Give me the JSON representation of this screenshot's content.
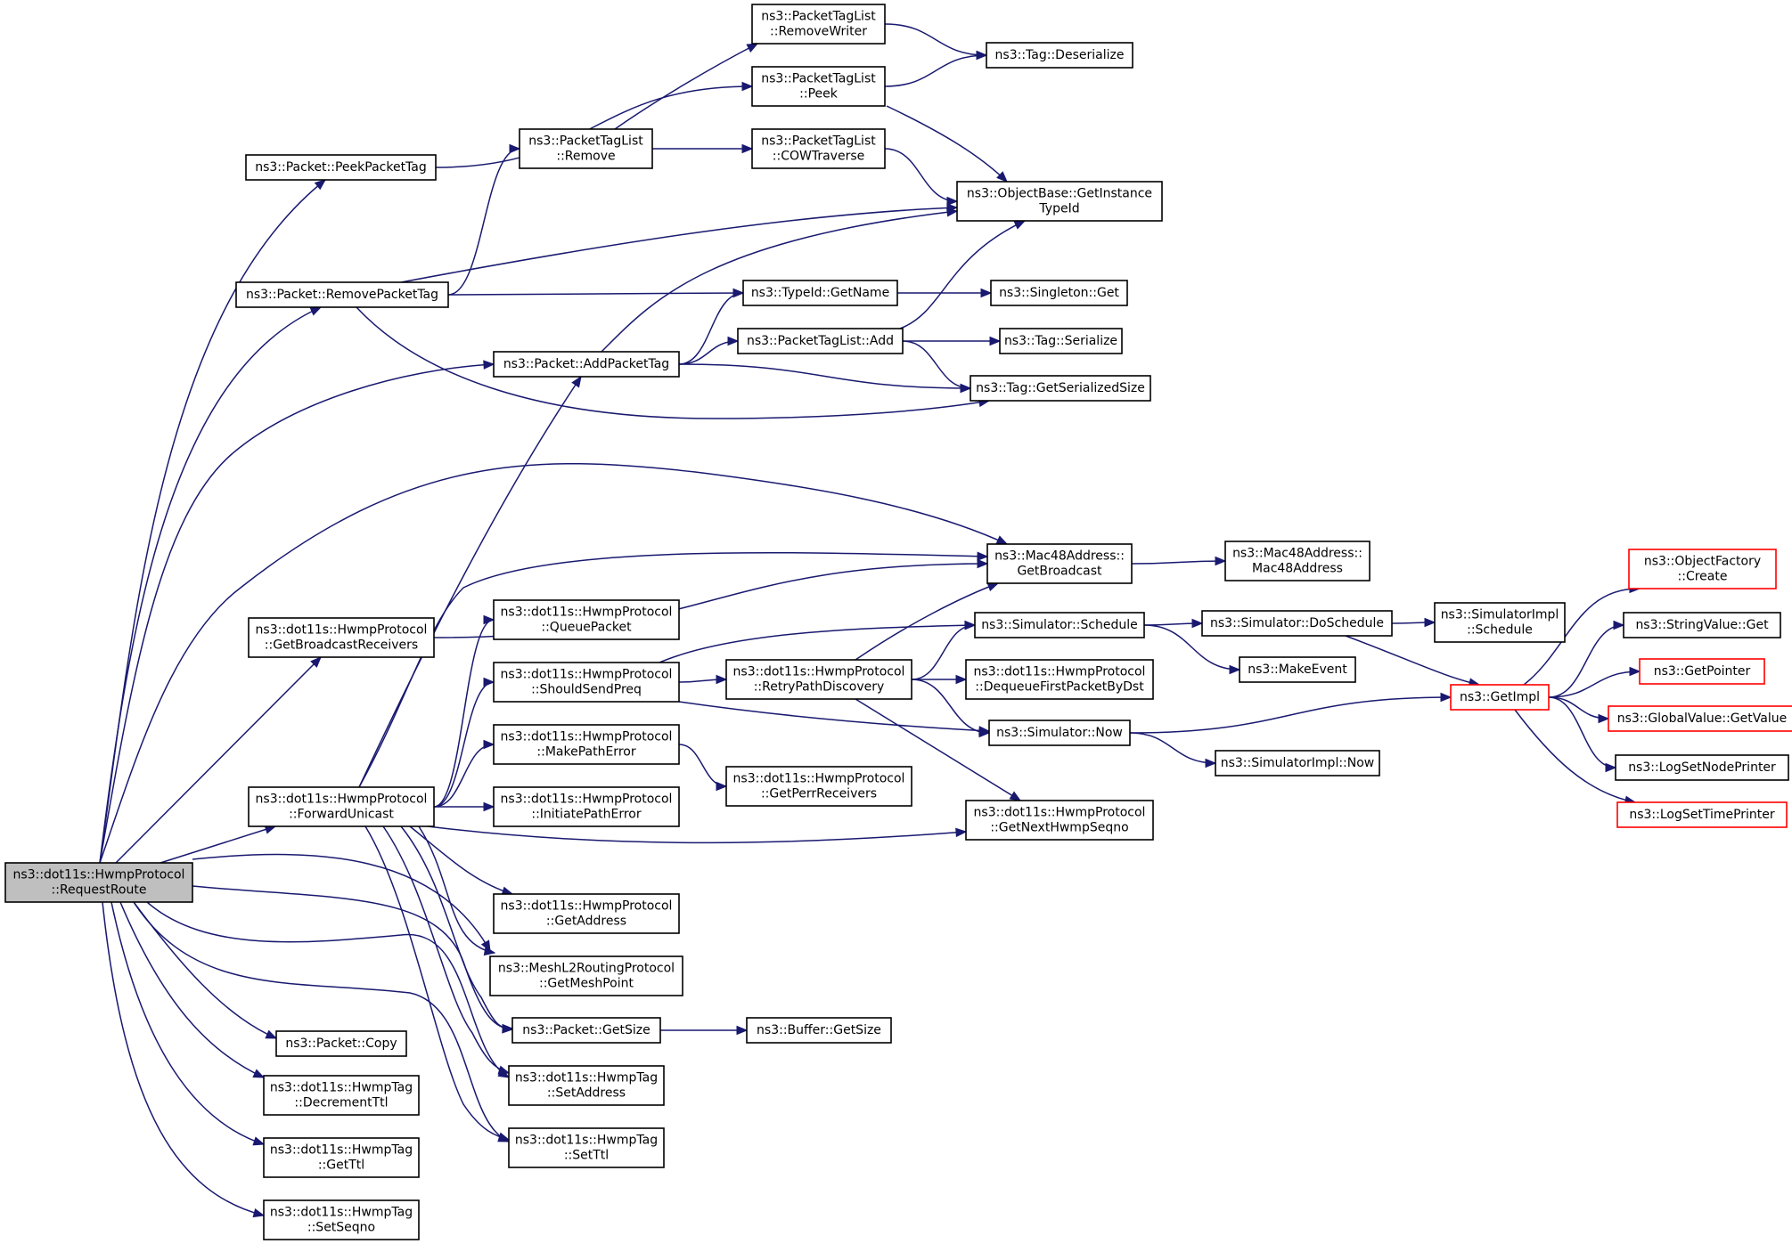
{
  "nodes": [
    {
      "id": "RequestRoute",
      "lines": [
        "ns3::dot11s::HwmpProtocol",
        "::RequestRoute"
      ],
      "style": "root"
    },
    {
      "id": "PeekPacketTag",
      "lines": [
        "ns3::Packet::PeekPacketTag"
      ]
    },
    {
      "id": "RemovePacketTag",
      "lines": [
        "ns3::Packet::RemovePacketTag"
      ]
    },
    {
      "id": "AddPacketTag",
      "lines": [
        "ns3::Packet::AddPacketTag"
      ]
    },
    {
      "id": "PTL_Remove",
      "lines": [
        "ns3::PacketTagList",
        "::Remove"
      ]
    },
    {
      "id": "PTL_RemoveWriter",
      "lines": [
        "ns3::PacketTagList",
        "::RemoveWriter"
      ]
    },
    {
      "id": "PTL_Peek",
      "lines": [
        "ns3::PacketTagList",
        "::Peek"
      ]
    },
    {
      "id": "PTL_COWTraverse",
      "lines": [
        "ns3::PacketTagList",
        "::COWTraverse"
      ]
    },
    {
      "id": "Tag_Deserialize",
      "lines": [
        "ns3::Tag::Deserialize"
      ]
    },
    {
      "id": "GetInstanceTypeId",
      "lines": [
        "ns3::ObjectBase::GetInstance",
        "TypeId"
      ]
    },
    {
      "id": "TypeId_GetName",
      "lines": [
        "ns3::TypeId::GetName"
      ]
    },
    {
      "id": "Singleton_Get",
      "lines": [
        "ns3::Singleton::Get"
      ]
    },
    {
      "id": "PTL_Add",
      "lines": [
        "ns3::PacketTagList::Add"
      ]
    },
    {
      "id": "Tag_Serialize",
      "lines": [
        "ns3::Tag::Serialize"
      ]
    },
    {
      "id": "Tag_GetSerializedSize",
      "lines": [
        "ns3::Tag::GetSerializedSize"
      ]
    },
    {
      "id": "GetBroadcastReceivers",
      "lines": [
        "ns3::dot11s::HwmpProtocol",
        "::GetBroadcastReceivers"
      ]
    },
    {
      "id": "Mac48_GetBroadcast",
      "lines": [
        "ns3::Mac48Address::",
        "GetBroadcast"
      ]
    },
    {
      "id": "Mac48_Ctor",
      "lines": [
        "ns3::Mac48Address::",
        "Mac48Address"
      ]
    },
    {
      "id": "ForwardUnicast",
      "lines": [
        "ns3::dot11s::HwmpProtocol",
        "::ForwardUnicast"
      ]
    },
    {
      "id": "QueuePacket",
      "lines": [
        "ns3::dot11s::HwmpProtocol",
        "::QueuePacket"
      ]
    },
    {
      "id": "ShouldSendPreq",
      "lines": [
        "ns3::dot11s::HwmpProtocol",
        "::ShouldSendPreq"
      ]
    },
    {
      "id": "MakePathError",
      "lines": [
        "ns3::dot11s::HwmpProtocol",
        "::MakePathError"
      ]
    },
    {
      "id": "InitiatePathError",
      "lines": [
        "ns3::dot11s::HwmpProtocol",
        "::InitiatePathError"
      ]
    },
    {
      "id": "GetAddress",
      "lines": [
        "ns3::dot11s::HwmpProtocol",
        "::GetAddress"
      ]
    },
    {
      "id": "GetMeshPoint",
      "lines": [
        "ns3::MeshL2RoutingProtocol",
        "::GetMeshPoint"
      ]
    },
    {
      "id": "Packet_GetSize",
      "lines": [
        "ns3::Packet::GetSize"
      ]
    },
    {
      "id": "Buffer_GetSize",
      "lines": [
        "ns3::Buffer::GetSize"
      ]
    },
    {
      "id": "Packet_Copy",
      "lines": [
        "ns3::Packet::Copy"
      ]
    },
    {
      "id": "DecrementTtl",
      "lines": [
        "ns3::dot11s::HwmpTag",
        "::DecrementTtl"
      ]
    },
    {
      "id": "GetTtl",
      "lines": [
        "ns3::dot11s::HwmpTag",
        "::GetTtl"
      ]
    },
    {
      "id": "SetSeqno",
      "lines": [
        "ns3::dot11s::HwmpTag",
        "::SetSeqno"
      ]
    },
    {
      "id": "SetAddress",
      "lines": [
        "ns3::dot11s::HwmpTag",
        "::SetAddress"
      ]
    },
    {
      "id": "SetTtl",
      "lines": [
        "ns3::dot11s::HwmpTag",
        "::SetTtl"
      ]
    },
    {
      "id": "RetryPathDiscovery",
      "lines": [
        "ns3::dot11s::HwmpProtocol",
        "::RetryPathDiscovery"
      ]
    },
    {
      "id": "GetPerrReceivers",
      "lines": [
        "ns3::dot11s::HwmpProtocol",
        "::GetPerrReceivers"
      ]
    },
    {
      "id": "Simulator_Schedule",
      "lines": [
        "ns3::Simulator::Schedule"
      ]
    },
    {
      "id": "DequeueFirstPacketByDst",
      "lines": [
        "ns3::dot11s::HwmpProtocol",
        "::DequeueFirstPacketByDst"
      ]
    },
    {
      "id": "Simulator_Now",
      "lines": [
        "ns3::Simulator::Now"
      ]
    },
    {
      "id": "GetNextHwmpSeqno",
      "lines": [
        "ns3::dot11s::HwmpProtocol",
        "::GetNextHwmpSeqno"
      ]
    },
    {
      "id": "Simulator_DoSchedule",
      "lines": [
        "ns3::Simulator::DoSchedule"
      ]
    },
    {
      "id": "MakeEvent",
      "lines": [
        "ns3::MakeEvent"
      ]
    },
    {
      "id": "SimulatorImpl_Now",
      "lines": [
        "ns3::SimulatorImpl::Now"
      ]
    },
    {
      "id": "SimulatorImpl_Schedule",
      "lines": [
        "ns3::SimulatorImpl",
        "::Schedule"
      ]
    },
    {
      "id": "GetImpl",
      "lines": [
        "ns3::GetImpl"
      ],
      "style": "trunc"
    },
    {
      "id": "ObjectFactory_Create",
      "lines": [
        "ns3::ObjectFactory",
        "::Create"
      ],
      "style": "trunc"
    },
    {
      "id": "StringValue_Get",
      "lines": [
        "ns3::StringValue::Get"
      ]
    },
    {
      "id": "GetPointer",
      "lines": [
        "ns3::GetPointer"
      ],
      "style": "trunc"
    },
    {
      "id": "GlobalValue_GetValue",
      "lines": [
        "ns3::GlobalValue::GetValue"
      ],
      "style": "trunc"
    },
    {
      "id": "LogSetNodePrinter",
      "lines": [
        "ns3::LogSetNodePrinter"
      ]
    },
    {
      "id": "LogSetTimePrinter",
      "lines": [
        "ns3::LogSetTimePrinter"
      ],
      "style": "trunc"
    }
  ],
  "edges": [
    [
      "RequestRoute",
      "PeekPacketTag"
    ],
    [
      "RequestRoute",
      "RemovePacketTag"
    ],
    [
      "RequestRoute",
      "AddPacketTag"
    ],
    [
      "RequestRoute",
      "Mac48_GetBroadcast"
    ],
    [
      "RequestRoute",
      "GetBroadcastReceivers"
    ],
    [
      "RequestRoute",
      "ForwardUnicast"
    ],
    [
      "RequestRoute",
      "GetMeshPoint"
    ],
    [
      "RequestRoute",
      "Packet_GetSize"
    ],
    [
      "RequestRoute",
      "Packet_Copy"
    ],
    [
      "RequestRoute",
      "DecrementTtl"
    ],
    [
      "RequestRoute",
      "GetTtl"
    ],
    [
      "RequestRoute",
      "SetSeqno"
    ],
    [
      "RequestRoute",
      "SetAddress"
    ],
    [
      "RequestRoute",
      "SetTtl"
    ],
    [
      "PeekPacketTag",
      "PTL_Peek"
    ],
    [
      "RemovePacketTag",
      "PTL_Remove"
    ],
    [
      "RemovePacketTag",
      "GetInstanceTypeId"
    ],
    [
      "RemovePacketTag",
      "TypeId_GetName"
    ],
    [
      "RemovePacketTag",
      "Tag_GetSerializedSize"
    ],
    [
      "AddPacketTag",
      "GetInstanceTypeId"
    ],
    [
      "AddPacketTag",
      "TypeId_GetName"
    ],
    [
      "AddPacketTag",
      "PTL_Add"
    ],
    [
      "AddPacketTag",
      "Tag_GetSerializedSize"
    ],
    [
      "PTL_Remove",
      "PTL_RemoveWriter"
    ],
    [
      "PTL_Remove",
      "PTL_COWTraverse"
    ],
    [
      "PTL_RemoveWriter",
      "Tag_Deserialize"
    ],
    [
      "PTL_Peek",
      "Tag_Deserialize"
    ],
    [
      "PTL_Peek",
      "GetInstanceTypeId"
    ],
    [
      "PTL_COWTraverse",
      "GetInstanceTypeId"
    ],
    [
      "TypeId_GetName",
      "Singleton_Get"
    ],
    [
      "PTL_Add",
      "GetInstanceTypeId"
    ],
    [
      "PTL_Add",
      "Tag_Serialize"
    ],
    [
      "PTL_Add",
      "Tag_GetSerializedSize"
    ],
    [
      "GetBroadcastReceivers",
      "Mac48_GetBroadcast"
    ],
    [
      "Mac48_GetBroadcast",
      "Mac48_Ctor"
    ],
    [
      "ForwardUnicast",
      "AddPacketTag"
    ],
    [
      "ForwardUnicast",
      "Mac48_GetBroadcast"
    ],
    [
      "ForwardUnicast",
      "QueuePacket"
    ],
    [
      "ForwardUnicast",
      "ShouldSendPreq"
    ],
    [
      "ForwardUnicast",
      "MakePathError"
    ],
    [
      "ForwardUnicast",
      "InitiatePathError"
    ],
    [
      "ForwardUnicast",
      "GetNextHwmpSeqno"
    ],
    [
      "ForwardUnicast",
      "GetAddress"
    ],
    [
      "ForwardUnicast",
      "GetMeshPoint"
    ],
    [
      "ForwardUnicast",
      "Packet_GetSize"
    ],
    [
      "ForwardUnicast",
      "SetAddress"
    ],
    [
      "ForwardUnicast",
      "SetTtl"
    ],
    [
      "ShouldSendPreq",
      "Simulator_Schedule"
    ],
    [
      "ShouldSendPreq",
      "RetryPathDiscovery"
    ],
    [
      "ShouldSendPreq",
      "Simulator_Now"
    ],
    [
      "MakePathError",
      "GetPerrReceivers"
    ],
    [
      "RetryPathDiscovery",
      "Mac48_GetBroadcast"
    ],
    [
      "RetryPathDiscovery",
      "Simulator_Schedule"
    ],
    [
      "RetryPathDiscovery",
      "DequeueFirstPacketByDst"
    ],
    [
      "RetryPathDiscovery",
      "Simulator_Now"
    ],
    [
      "RetryPathDiscovery",
      "GetNextHwmpSeqno"
    ],
    [
      "Simulator_Schedule",
      "Simulator_DoSchedule"
    ],
    [
      "Simulator_Schedule",
      "MakeEvent"
    ],
    [
      "Simulator_DoSchedule",
      "SimulatorImpl_Schedule"
    ],
    [
      "Simulator_DoSchedule",
      "GetImpl"
    ],
    [
      "Simulator_Now",
      "GetImpl"
    ],
    [
      "Simulator_Now",
      "SimulatorImpl_Now"
    ],
    [
      "Packet_GetSize",
      "Buffer_GetSize"
    ],
    [
      "GetImpl",
      "ObjectFactory_Create"
    ],
    [
      "GetImpl",
      "StringValue_Get"
    ],
    [
      "GetImpl",
      "GetPointer"
    ],
    [
      "GetImpl",
      "GlobalValue_GetValue"
    ],
    [
      "GetImpl",
      "LogSetNodePrinter"
    ],
    [
      "GetImpl",
      "LogSetTimePrinter"
    ]
  ]
}
